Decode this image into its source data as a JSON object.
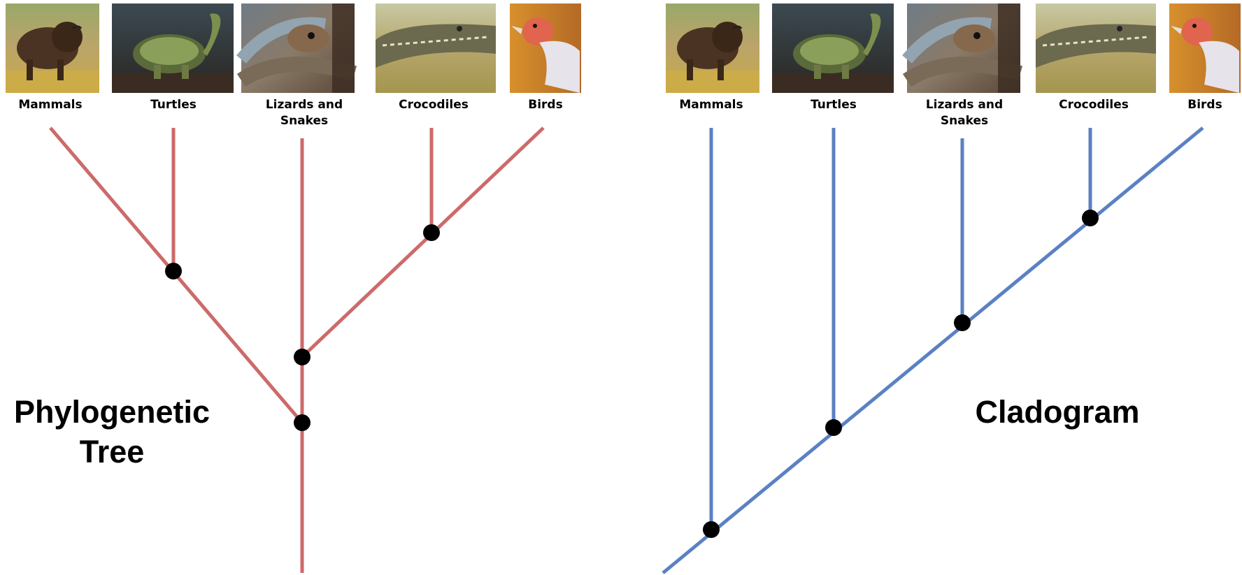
{
  "panels": [
    {
      "title_lines": [
        "Phylogenetic",
        "Tree"
      ],
      "line_color": "#cd6a6a",
      "taxa": [
        {
          "label_lines": [
            "Mammals"
          ],
          "icon": "bison-photo"
        },
        {
          "label_lines": [
            "Turtles"
          ],
          "icon": "turtle-photo"
        },
        {
          "label_lines": [
            "Lizards and",
            "Snakes"
          ],
          "icon": "snake-photo"
        },
        {
          "label_lines": [
            "Crocodiles"
          ],
          "icon": "crocodile-photo"
        },
        {
          "label_lines": [
            "Birds"
          ],
          "icon": "vulture-photo"
        }
      ]
    },
    {
      "title_lines": [
        "Cladogram"
      ],
      "line_color": "#5b81c3",
      "taxa": [
        {
          "label_lines": [
            "Mammals"
          ],
          "icon": "bison-photo"
        },
        {
          "label_lines": [
            "Turtles"
          ],
          "icon": "turtle-photo"
        },
        {
          "label_lines": [
            "Lizards and",
            "Snakes"
          ],
          "icon": "snake-photo"
        },
        {
          "label_lines": [
            "Crocodiles"
          ],
          "icon": "crocodile-photo"
        },
        {
          "label_lines": [
            "Birds"
          ],
          "icon": "vulture-photo"
        }
      ]
    }
  ],
  "node_color": "#000000"
}
